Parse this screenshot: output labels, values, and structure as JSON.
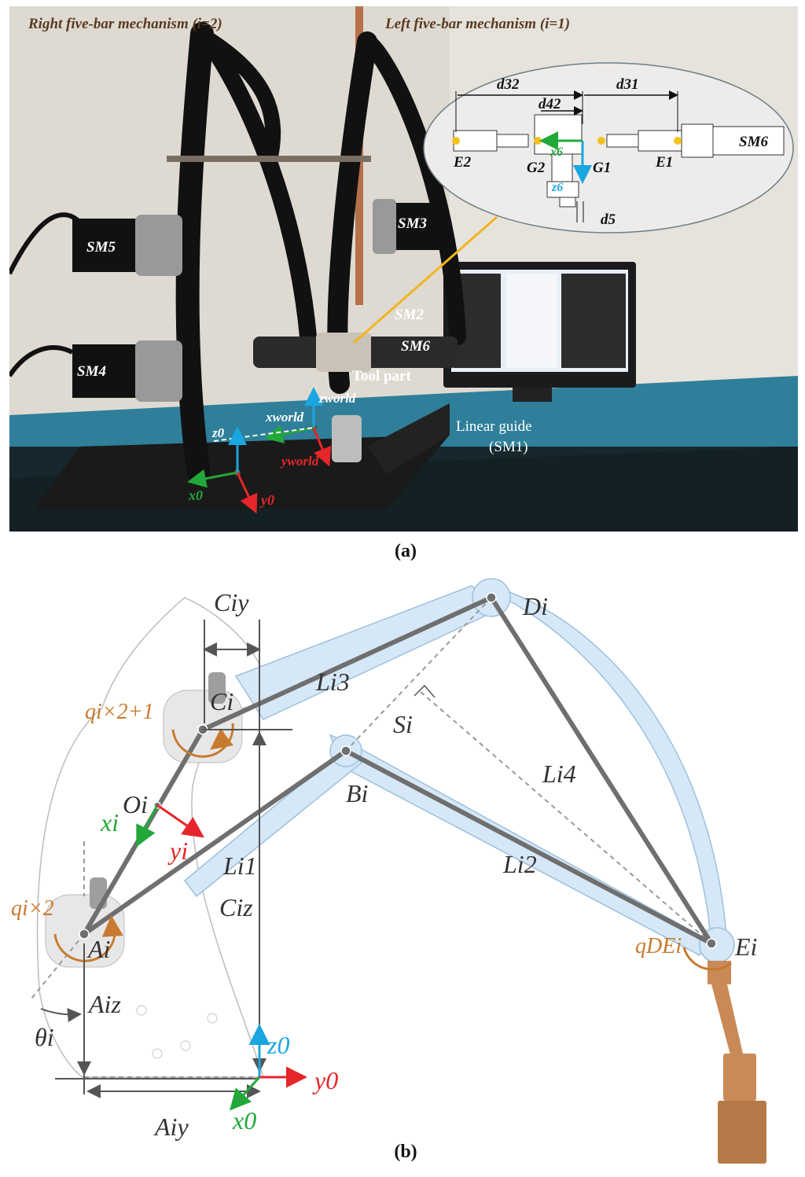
{
  "panel_a": {
    "caption": "(a)",
    "title_right": "Right five-bar mechanism (i=2)",
    "title_left": "Left five-bar mechanism (i=1)",
    "motor_sm5": "SM5",
    "motor_sm4": "SM4",
    "motor_sm3": "SM3",
    "motor_sm2": "SM2",
    "motor_sm6": "SM6",
    "tool_part": "Tool part",
    "linear_guide_line1": "Linear guide",
    "linear_guide_line2": "(SM1)",
    "axis_z_world": "zworld",
    "axis_x_world": "xworld",
    "axis_y_world": "yworld",
    "axis_z0": "z0",
    "axis_x0": "x0",
    "axis_y0": "y0",
    "inset": {
      "d32": "d32",
      "d31": "d31",
      "d42": "d42",
      "d5": "d5",
      "e2": "E2",
      "g2": "G2",
      "g1": "G1",
      "e1": "E1",
      "x6": "x6",
      "z6": "z6",
      "sm6": "SM6"
    }
  },
  "panel_b": {
    "caption": "(b)",
    "labels": {
      "ciy": "Ciy",
      "ci": "Ci",
      "q_upper": "qi×2+1",
      "li3": "Li3",
      "si": "Si",
      "di": "Di",
      "li4": "Li4",
      "bi": "Bi",
      "oi": "Oi",
      "xi": "xi",
      "yi": "yi",
      "li1": "Li1",
      "li2": "Li2",
      "q_lower": "qi×2",
      "ciz": "Ciz",
      "ai": "Ai",
      "aiz": "Aiz",
      "theta": "θi",
      "ei": "Ei",
      "qdei": "qDEi",
      "z0": "z0",
      "y0": "y0",
      "x0": "x0",
      "aiy": "Aiy"
    }
  },
  "colors": {
    "link_gray": "#6f6f6f",
    "link_fill": "#d6e8f7",
    "motor_orange": "#c87a2e",
    "axis_green": "#22a83a",
    "axis_red": "#e5262a",
    "axis_cyan": "#1aa6e0",
    "copper": "#c98a57",
    "table_teal": "#2f7f9a"
  }
}
